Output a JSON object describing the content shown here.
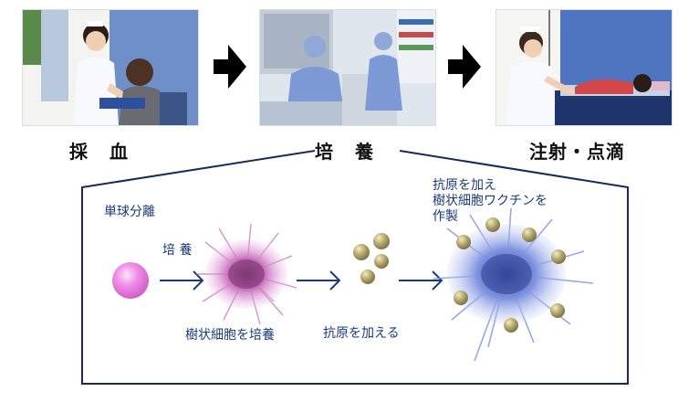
{
  "steps": [
    {
      "label": "採　血"
    },
    {
      "label": "培　養"
    },
    {
      "label": "注射・点滴"
    }
  ],
  "process": {
    "separation": "単球分離",
    "culture_arrow": "培 養",
    "dendritic_culture": "樹状細胞を培養",
    "add_antigen": "抗原を加える",
    "vaccine": "抗原を加え\n樹状細胞ワクチンを\n作製"
  },
  "colors": {
    "accent_blue": "#1a3a7a",
    "monocyte_pink": "#e779e0",
    "antigen_olive": "#b3a66a",
    "vaccine_blue": "#7f92e0"
  }
}
